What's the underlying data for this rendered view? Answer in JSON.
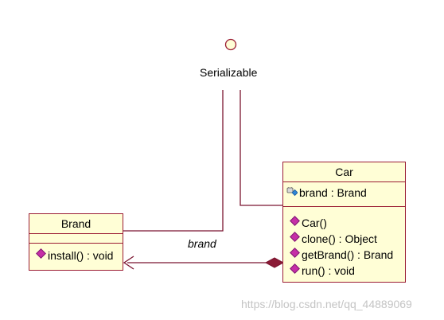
{
  "interface": {
    "name": "Serializable"
  },
  "classes": {
    "brand": {
      "name": "Brand",
      "attributes": [],
      "operations": [
        "install() : void"
      ]
    },
    "car": {
      "name": "Car",
      "attributes": [
        "brand : Brand"
      ],
      "operations": [
        "Car()",
        "clone() : Object",
        "getBrand() : Brand",
        "run() : void"
      ]
    }
  },
  "association": {
    "label": "brand"
  },
  "watermark": "https://blog.csdn.net/qq_44889069",
  "colors": {
    "border": "#9b1d34",
    "class_fill": "#fffed6",
    "line": "#7b1530",
    "operation_icon": "#c62ea7"
  }
}
